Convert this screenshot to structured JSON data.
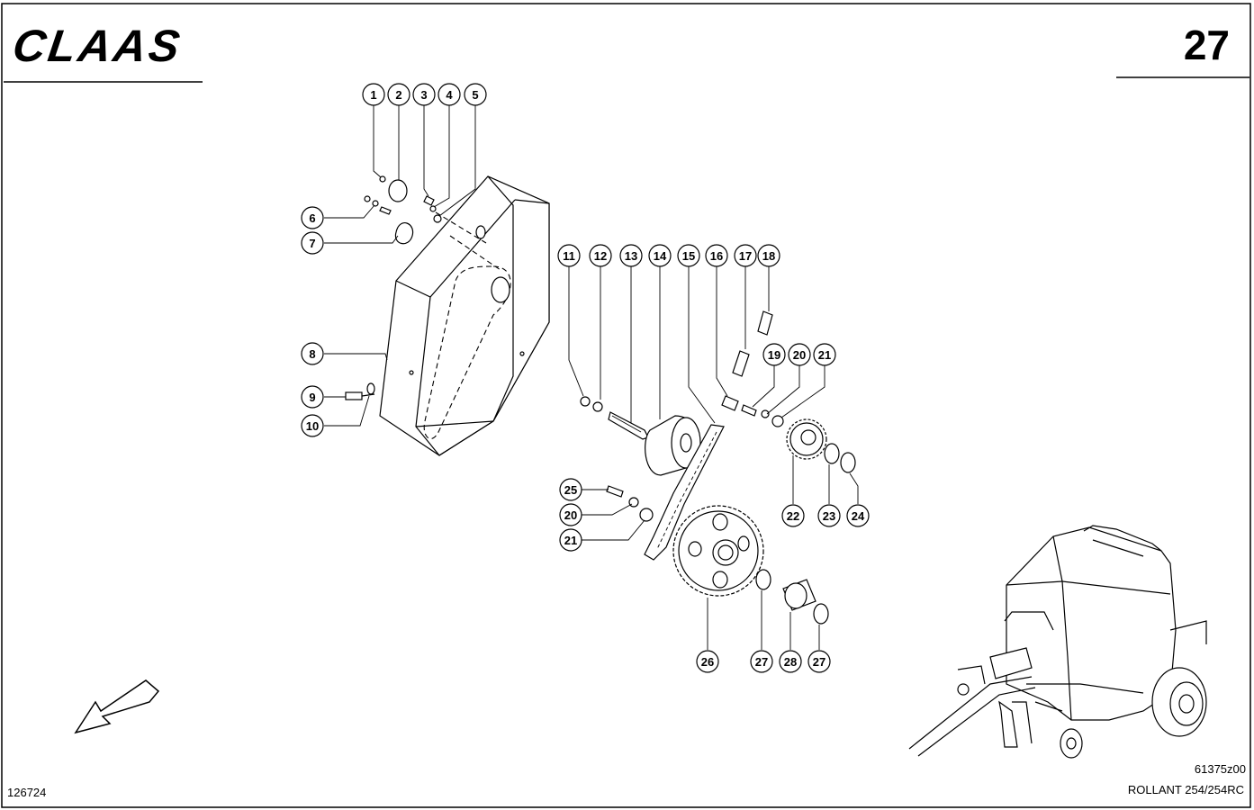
{
  "header": {
    "brand": "CLAAS",
    "page_number": "27"
  },
  "footer": {
    "doc_number": "126724",
    "drawing_code": "61375z00",
    "model": "ROLLANT 254/254RC"
  },
  "callouts": [
    {
      "id": "c1",
      "label": "1"
    },
    {
      "id": "c2",
      "label": "2"
    },
    {
      "id": "c3",
      "label": "3"
    },
    {
      "id": "c4",
      "label": "4"
    },
    {
      "id": "c5",
      "label": "5"
    },
    {
      "id": "c6",
      "label": "6"
    },
    {
      "id": "c7",
      "label": "7"
    },
    {
      "id": "c8",
      "label": "8"
    },
    {
      "id": "c9",
      "label": "9"
    },
    {
      "id": "c10",
      "label": "10"
    },
    {
      "id": "c11",
      "label": "11"
    },
    {
      "id": "c12",
      "label": "12"
    },
    {
      "id": "c13",
      "label": "13"
    },
    {
      "id": "c14",
      "label": "14"
    },
    {
      "id": "c15",
      "label": "15"
    },
    {
      "id": "c16",
      "label": "16"
    },
    {
      "id": "c17",
      "label": "17"
    },
    {
      "id": "c18",
      "label": "18"
    },
    {
      "id": "c19",
      "label": "19"
    },
    {
      "id": "c20a",
      "label": "20"
    },
    {
      "id": "c21a",
      "label": "21"
    },
    {
      "id": "c22",
      "label": "22"
    },
    {
      "id": "c23",
      "label": "23"
    },
    {
      "id": "c24",
      "label": "24"
    },
    {
      "id": "c25",
      "label": "25"
    },
    {
      "id": "c20b",
      "label": "20"
    },
    {
      "id": "c21b",
      "label": "21"
    },
    {
      "id": "c26",
      "label": "26"
    },
    {
      "id": "c27a",
      "label": "27"
    },
    {
      "id": "c28",
      "label": "28"
    },
    {
      "id": "c27b",
      "label": "27"
    }
  ]
}
